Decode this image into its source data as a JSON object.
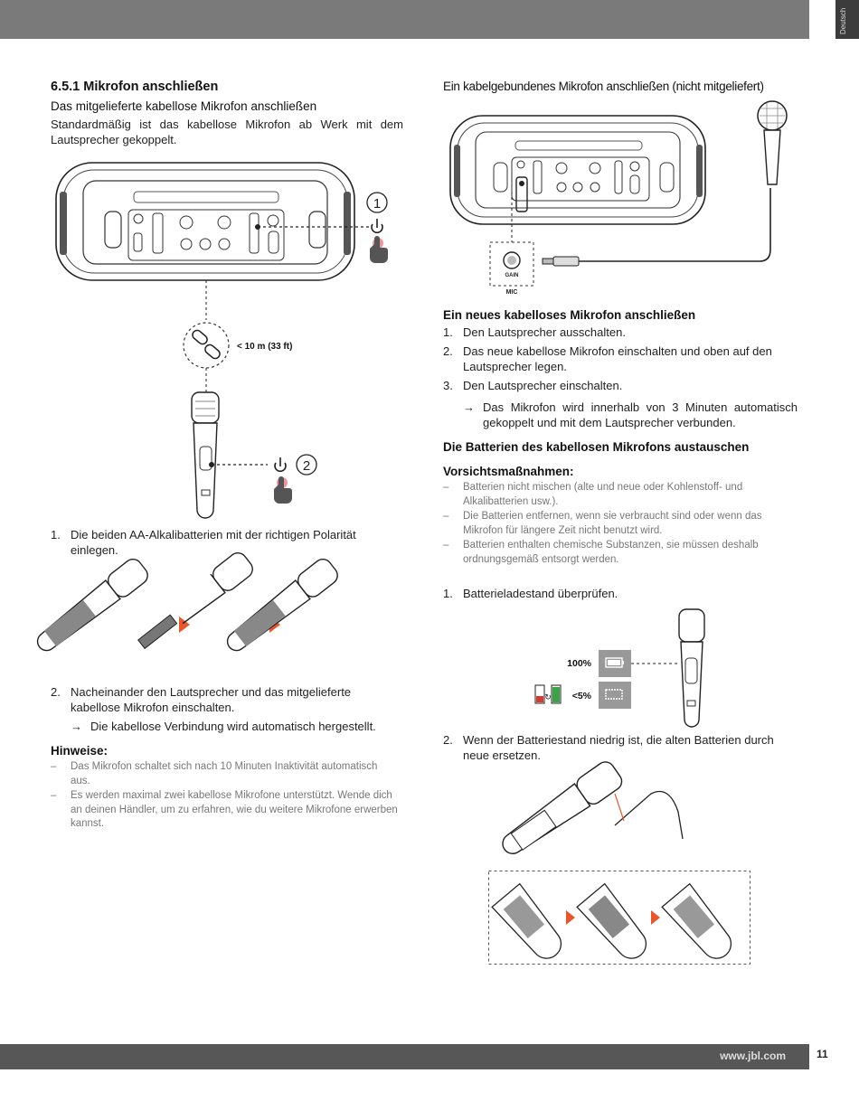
{
  "header": {
    "language_tab": "Deutsch"
  },
  "footer": {
    "url": "www.jbl.com",
    "page_number": "11"
  },
  "left": {
    "section_title": "6.5.1 Mikrofon anschließen",
    "subtitle": "Das mitgelieferte kabellose Mikrofon anschließen",
    "intro": "Standardmäßig ist das kabellose Mikrofon ab Werk mit dem Lautsprecher gekoppelt.",
    "figure": {
      "step1": "1",
      "step2": "2",
      "distance": "< 10 m (33 ft)"
    },
    "steps": [
      {
        "num": "1.",
        "text": "Die beiden AA-Alkalibatterien mit der richtigen Polarität einlegen."
      },
      {
        "num": "2.",
        "text": "Nacheinander den Lautsprecher und das mitgelieferte kabellose Mikrofon einschalten."
      }
    ],
    "step2_result": "Die kabellose Verbindung wird automatisch hergestellt.",
    "notes_title": "Hinweise:",
    "notes": [
      "Das Mikrofon schaltet sich nach 10 Minuten Inaktivität automatisch aus.",
      "Es werden maximal zwei kabellose Mikrofone unterstützt. Wende dich an deinen Händler, um zu erfahren, wie du weitere Mikrofone erwerben kannst."
    ]
  },
  "right": {
    "wired_title": "Ein kabelgebundenes Mikrofon anschließen (nicht mitgeliefert)",
    "wired_figure": {
      "gain": "GAIN",
      "mic": "MIC"
    },
    "new_mic_title": "Ein neues kabelloses Mikrofon anschließen",
    "new_mic_steps": [
      {
        "num": "1.",
        "text": "Den Lautsprecher ausschalten."
      },
      {
        "num": "2.",
        "text": "Das neue kabellose Mikrofon einschalten und oben auf den Lautsprecher legen."
      },
      {
        "num": "3.",
        "text": "Den Lautsprecher einschalten."
      }
    ],
    "new_mic_result": "Das Mikrofon wird innerhalb von 3 Minuten automatisch gekoppelt und mit dem Lautsprecher verbunden.",
    "battery_title": "Die Batterien des kabellosen Mikrofons austauschen",
    "precautions_title": "Vorsichtsmaßnahmen:",
    "precautions": [
      "Batterien nicht mischen (alte und neue oder Kohlenstoff- und Alkalibatterien usw.).",
      "Die Batterien entfernen, wenn sie verbraucht sind oder wenn das Mikrofon für längere Zeit nicht benutzt wird.",
      "Batterien enthalten chemische Substanzen, sie müssen deshalb ordnungsgemäß entsorgt werden."
    ],
    "battery_steps": [
      {
        "num": "1.",
        "text": "Batterieladestand überprüfen."
      },
      {
        "num": "2.",
        "text": "Wenn der Batteriestand niedrig ist, die alten Batterien durch neue ersetzen."
      }
    ],
    "battery_levels": {
      "full": "100%",
      "low": "<5%"
    }
  },
  "colors": {
    "accent": "#e8562a",
    "touch": "#e87a86",
    "bar": "#7a7a7a"
  }
}
